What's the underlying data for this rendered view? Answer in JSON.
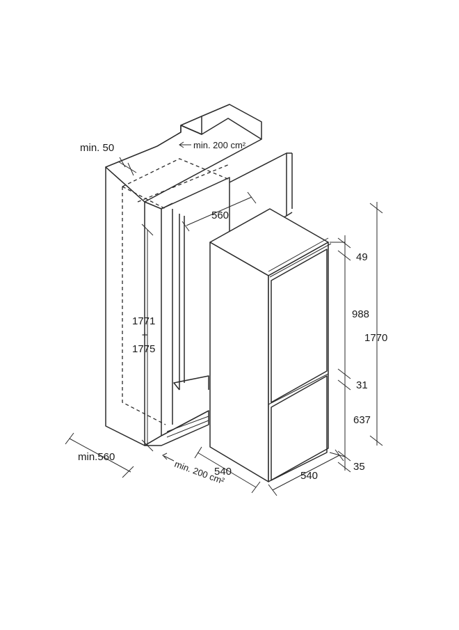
{
  "labels": {
    "min_50": "min. 50",
    "vent_top": "min. 200 cm²",
    "width_560": "560",
    "niche_h1": "1771",
    "niche_div": "÷",
    "niche_h2": "1775",
    "min_560": "min.560",
    "vent_bottom": "min. 200 cm²",
    "depth_540": "540",
    "width_540": "540",
    "dim_49": "49",
    "dim_988": "988",
    "dim_31": "31",
    "dim_637": "637",
    "dim_35": "35",
    "dim_1770": "1770"
  },
  "colors": {
    "line": "#2a2a2a",
    "text": "#1a1a1a",
    "background": "#ffffff"
  }
}
